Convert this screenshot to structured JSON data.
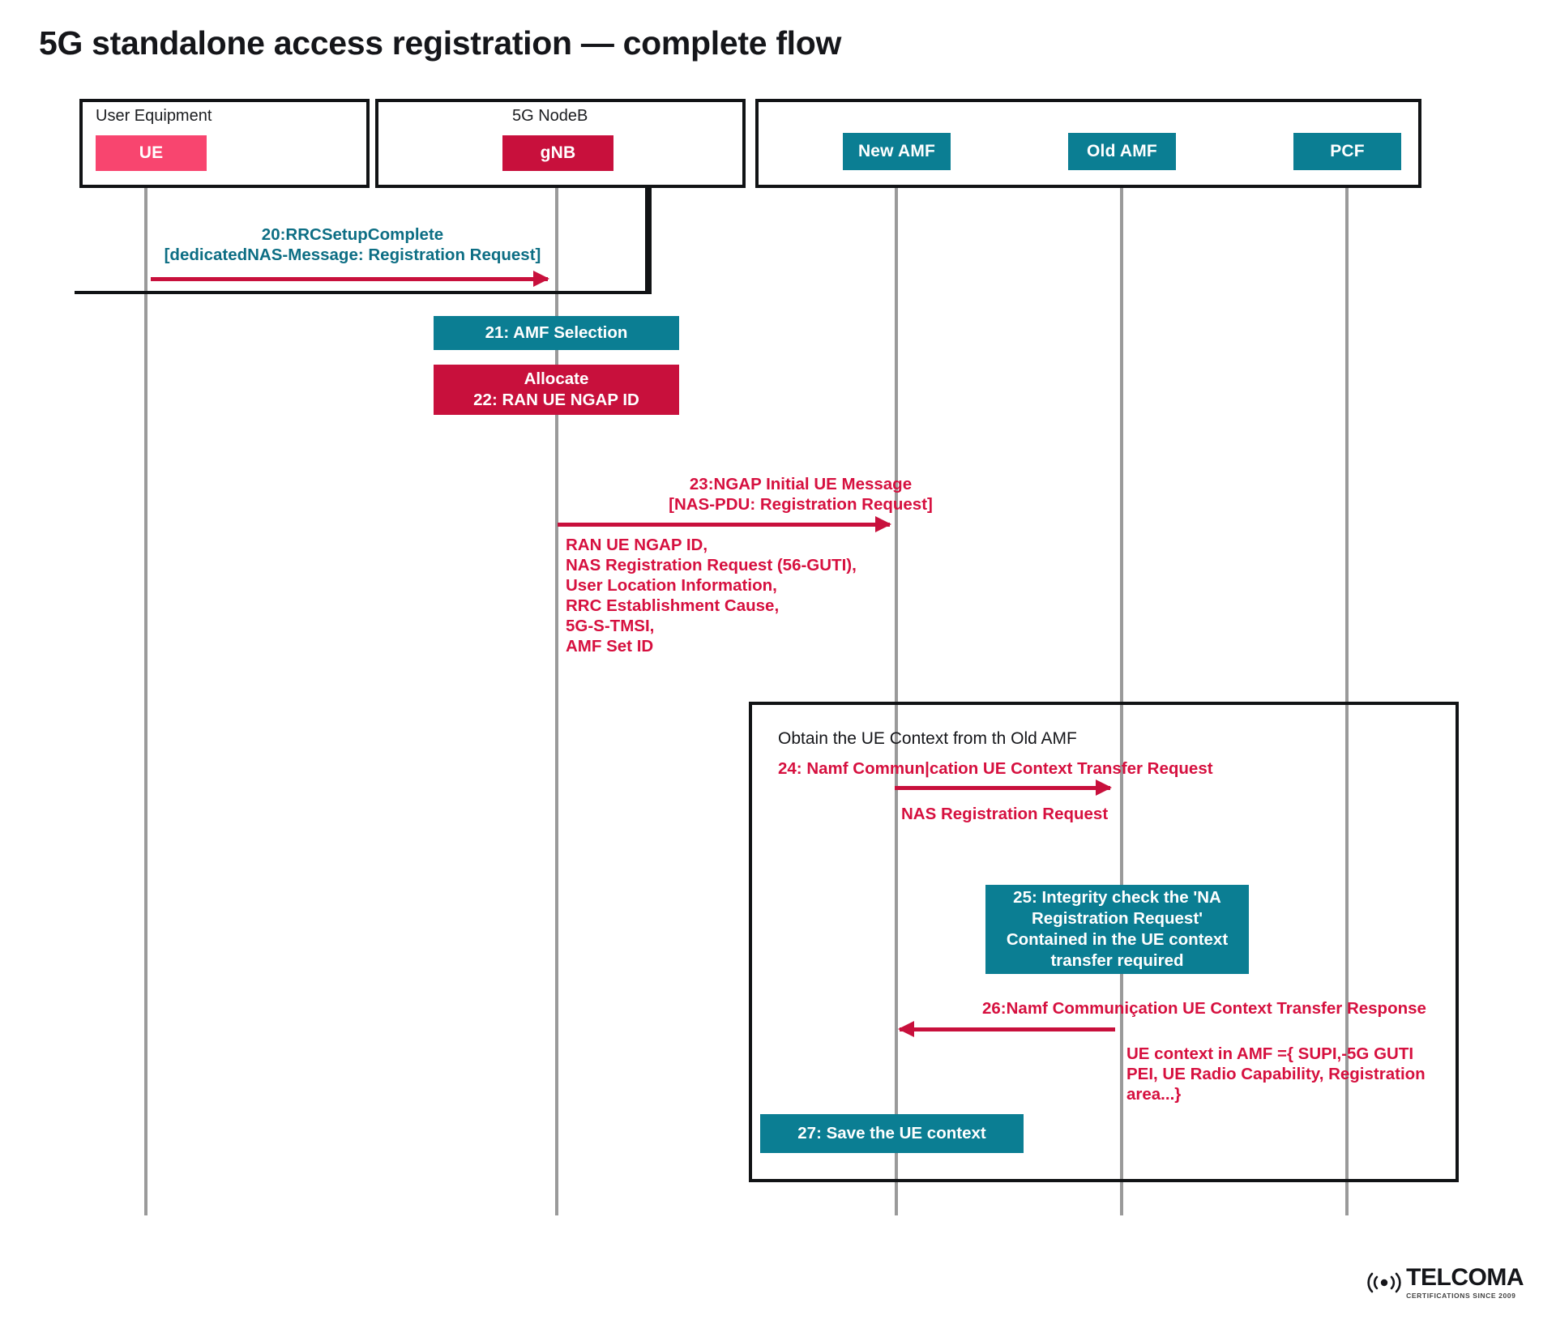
{
  "page": {
    "title": "5G standalone access registration — complete flow",
    "colors": {
      "ue_pink": "#f8456f",
      "gnb_crimson": "#c8103c",
      "teal": "#0b7e93",
      "message_teal": "#0d6e84",
      "message_red": "#d6103f",
      "outline_black": "#111315",
      "lifeline_gray": "#9a9a9a"
    }
  },
  "lanes": [
    {
      "caption": "User Equipment",
      "chip": "UE",
      "chip_style": "pink"
    },
    {
      "caption": "5G NodeB",
      "chip": "gNB",
      "chip_style": "crimson"
    },
    {
      "caption": "",
      "chip": "New AMF",
      "chip_style": "teal"
    },
    {
      "caption": "",
      "chip": "Old AMF",
      "chip_style": "teal"
    },
    {
      "caption": "",
      "chip": "PCF",
      "chip_style": "teal"
    }
  ],
  "messages": {
    "m20_line1": "20:RRCSetupComplete",
    "m20_line2": "[dedicatedNAS-Message: Registration Request]",
    "m23_line1": "23:NGAP Initial UE Message",
    "m23_line2": "[NAS-PDU: Registration Request]",
    "m23_params": "RAN UE NGAP ID,\nNAS Registration Request (56-GUTI),\nUser Location Information,\nRRC Establishment Cause,\n5G-S-TMSI,\nAMF Set ID",
    "m24": "24: Namf Commun|cation UE Context Transfer Request",
    "m24_sub": "NAS Registration Request",
    "m26": "26:Namf Communiçation UE Context Transfer Response",
    "m26_sub": "UE context in AMF ={ SUPI,-5G GUTI\nPEI, UE Radio Capability, Registration\narea...}"
  },
  "process_boxes": {
    "b21": "21: AMF Selection",
    "b22": "Allocate\n22: RAN UE NGAP ID",
    "b25": "25: Integrity check the 'NA\nRegistration Request'\nContained in the UE  context\ntransfer required",
    "b27": "27: Save the UE context"
  },
  "region": {
    "label": "Obtain the UE Context from th Old AMF"
  },
  "logo": {
    "word": "TELCOMA",
    "sub": "CERTIFICATIONS SINCE 2009",
    "icon": "signal-waves-icon"
  }
}
